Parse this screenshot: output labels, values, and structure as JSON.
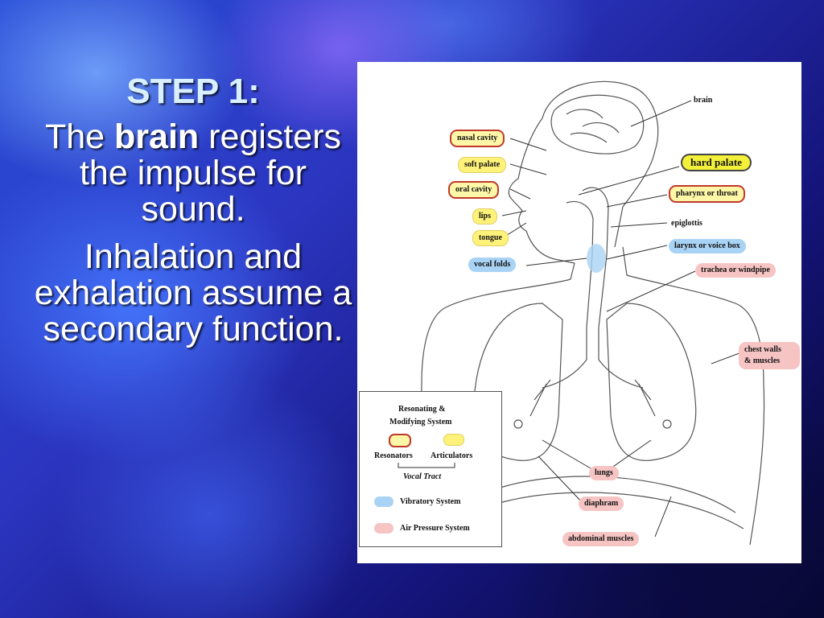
{
  "slide": {
    "step_title": "STEP 1:",
    "para1_the": "The",
    "para1_brain": "brain",
    "para1_rest": "registers the impulse for sound.",
    "para2": "Inhalation and exhalation assume a secondary function."
  },
  "diagram": {
    "labels": {
      "brain": "brain",
      "nasal_cavity": "nasal cavity",
      "soft_palate": "soft palate",
      "oral_cavity": "oral cavity",
      "lips": "lips",
      "tongue": "tongue",
      "vocal_folds": "vocal folds",
      "hard_palate": "hard palate",
      "pharynx": "pharynx or throat",
      "epiglottis": "epiglottis",
      "larynx": "larynx or voice box",
      "trachea": "trachea or windpipe",
      "chest_walls_1": "chest walls",
      "chest_walls_2": "& muscles",
      "lungs": "lungs",
      "diaphram": "diaphram",
      "abdominal": "abdominal muscles"
    },
    "legend": {
      "title_1": "Resonating &",
      "title_2": "Modifying System",
      "resonators": "Resonators",
      "articulators": "Articulators",
      "vocal_tract": "Vocal Tract",
      "vibratory": "Vibratory System",
      "air_pressure": "Air Pressure System"
    }
  },
  "colors": {
    "resonator_border": "#c0392b",
    "articulator_fill": "#fff27a",
    "vibratory_fill": "#a9d3f5",
    "air_pressure_fill": "#f7c4c4"
  }
}
